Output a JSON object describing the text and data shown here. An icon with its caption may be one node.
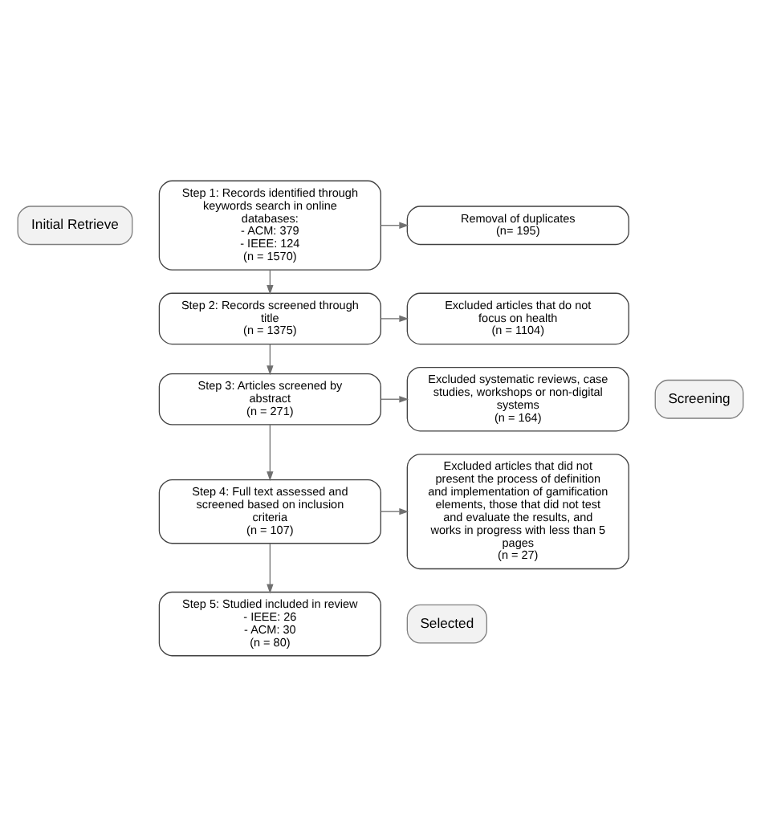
{
  "diagram": {
    "nodes": [
      {
        "text": [
          "Initial Retrieve"
        ]
      },
      {
        "text": [
          "Step 1: Records identified through keywords search in online databases:",
          "- ACM: 379",
          "- IEEE: 124",
          "(n = 1570)"
        ]
      },
      {
        "text": [
          "Removal of duplicates",
          "(n= 195)"
        ]
      },
      {
        "text": [
          "Screening"
        ]
      },
      {
        "text": [
          "Step 2: Records screened through title",
          "(n = 1375)"
        ]
      },
      {
        "text": [
          "Excluded articles that do not focus on health",
          "(n = 1104)"
        ]
      },
      {
        "text": [
          "Step 3: Articles screened by abstract",
          "(n = 271)"
        ]
      },
      {
        "text": [
          "Excluded systematic reviews, case studies, workshops or non-digital systems",
          "(n = 164)"
        ]
      },
      {
        "text": [
          "Step 4: Full text assessed and screened based on inclusion criteria",
          "(n = 107)"
        ]
      },
      {
        "text": [
          "Excluded articles that did not present the process of definition and implementation of gamification elements, those that did not test and evaluate the results, and works in progress with less than 5 pages",
          "(n = 27)"
        ]
      },
      {
        "text": [
          "Selected"
        ]
      },
      {
        "text": [
          "Step 5: Studied included in review",
          "- IEEE: 26",
          "- ACM: 30",
          "(n = 80)"
        ]
      }
    ],
    "edges": [
      {
        "from": 1,
        "to": 2,
        "arrow": "to"
      },
      {
        "from": 1,
        "to": 4,
        "arrow": "to"
      },
      {
        "from": 4,
        "to": 5,
        "arrow": "to"
      },
      {
        "from": 4,
        "to": 6,
        "arrow": "to"
      },
      {
        "from": 6,
        "to": 7,
        "arrow": "to"
      },
      {
        "from": 6,
        "to": 8,
        "arrow": "to"
      },
      {
        "from": 8,
        "to": 9,
        "arrow": "to"
      },
      {
        "from": 8,
        "to": 11,
        "arrow": "to"
      }
    ]
  }
}
